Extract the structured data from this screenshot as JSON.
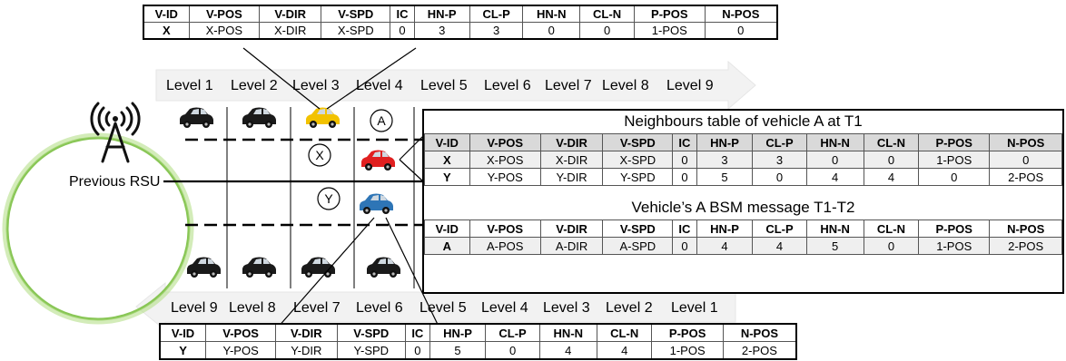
{
  "columns": [
    "V-ID",
    "V-POS",
    "V-DIR",
    "V-SPD",
    "IC",
    "HN-P",
    "CL-P",
    "HN-N",
    "CL-N",
    "P-POS",
    "N-POS"
  ],
  "top_table": {
    "row": [
      "X",
      "X-POS",
      "X-DIR",
      "X-SPD",
      "0",
      "3",
      "3",
      "0",
      "0",
      "1-POS",
      "0"
    ]
  },
  "bottom_table": {
    "row": [
      "Y",
      "Y-POS",
      "Y-DIR",
      "Y-SPD",
      "0",
      "5",
      "0",
      "4",
      "4",
      "1-POS",
      "2-POS"
    ]
  },
  "neighbours_panel": {
    "title": "Neighbours table of vehicle A at T1",
    "rows": [
      [
        "X",
        "X-POS",
        "X-DIR",
        "X-SPD",
        "0",
        "3",
        "3",
        "0",
        "0",
        "1-POS",
        "0"
      ],
      [
        "Y",
        "Y-POS",
        "Y-DIR",
        "Y-SPD",
        "0",
        "5",
        "0",
        "4",
        "4",
        "0",
        "2-POS"
      ]
    ]
  },
  "bsm_panel": {
    "title": "Vehicle’s A BSM message T1-T2",
    "row": [
      "A",
      "A-POS",
      "A-DIR",
      "A-SPD",
      "0",
      "4",
      "4",
      "5",
      "0",
      "1-POS",
      "2-POS"
    ]
  },
  "top_levels": [
    "Level 1",
    "Level 2",
    "Level 3",
    "Level 4",
    "Level 5",
    "Level 6",
    "Level 7",
    "Level 8",
    "Level 9"
  ],
  "bottom_levels": [
    "Level 9",
    "Level 8",
    "Level 7",
    "Level 6",
    "Level 5",
    "Level 4",
    "Level 3",
    "Level 2",
    "Level 1"
  ],
  "rsu_label": "Previous RSU",
  "vehicle_labels": {
    "a": "A",
    "x": "X",
    "y": "Y"
  },
  "colors": {
    "arrow_fill": "#f2f2f2",
    "rsu_glow": "#7bc043",
    "car_black": "#1a1a1a",
    "car_yellow": "#f2c200",
    "car_red": "#e02020",
    "car_blue": "#2e75b6"
  }
}
